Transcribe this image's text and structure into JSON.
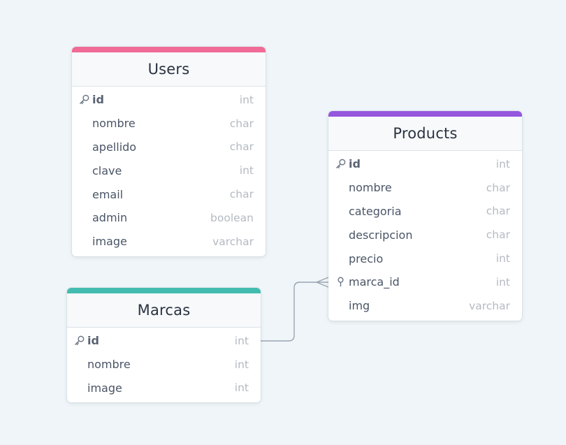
{
  "theme": {
    "background": "#eff5f8",
    "line_color": "#9aa5b3"
  },
  "tables": {
    "users": {
      "title": "Users",
      "accent": "#f06b96",
      "fields": [
        {
          "name": "id",
          "type": "int",
          "pk": true
        },
        {
          "name": "nombre",
          "type": "char"
        },
        {
          "name": "apellido",
          "type": "char"
        },
        {
          "name": "clave",
          "type": "int"
        },
        {
          "name": "email",
          "type": "char"
        },
        {
          "name": "admin",
          "type": "boolean"
        },
        {
          "name": "image",
          "type": "varchar"
        }
      ]
    },
    "products": {
      "title": "Products",
      "accent": "#9457de",
      "fields": [
        {
          "name": "id",
          "type": "int",
          "pk": true
        },
        {
          "name": "nombre",
          "type": "char"
        },
        {
          "name": "categoria",
          "type": "char"
        },
        {
          "name": "descripcion",
          "type": "char"
        },
        {
          "name": "precio",
          "type": "int"
        },
        {
          "name": "marca_id",
          "type": "int",
          "fk": true
        },
        {
          "name": "img",
          "type": "varchar"
        }
      ]
    },
    "marcas": {
      "title": "Marcas",
      "accent": "#43bcb0",
      "fields": [
        {
          "name": "id",
          "type": "int",
          "pk": true
        },
        {
          "name": "nombre",
          "type": "int"
        },
        {
          "name": "image",
          "type": "int"
        }
      ]
    }
  },
  "relations": [
    {
      "from_table": "marcas",
      "from_field": "id",
      "to_table": "products",
      "to_field": "marca_id",
      "cardinality": "one-to-many"
    }
  ]
}
